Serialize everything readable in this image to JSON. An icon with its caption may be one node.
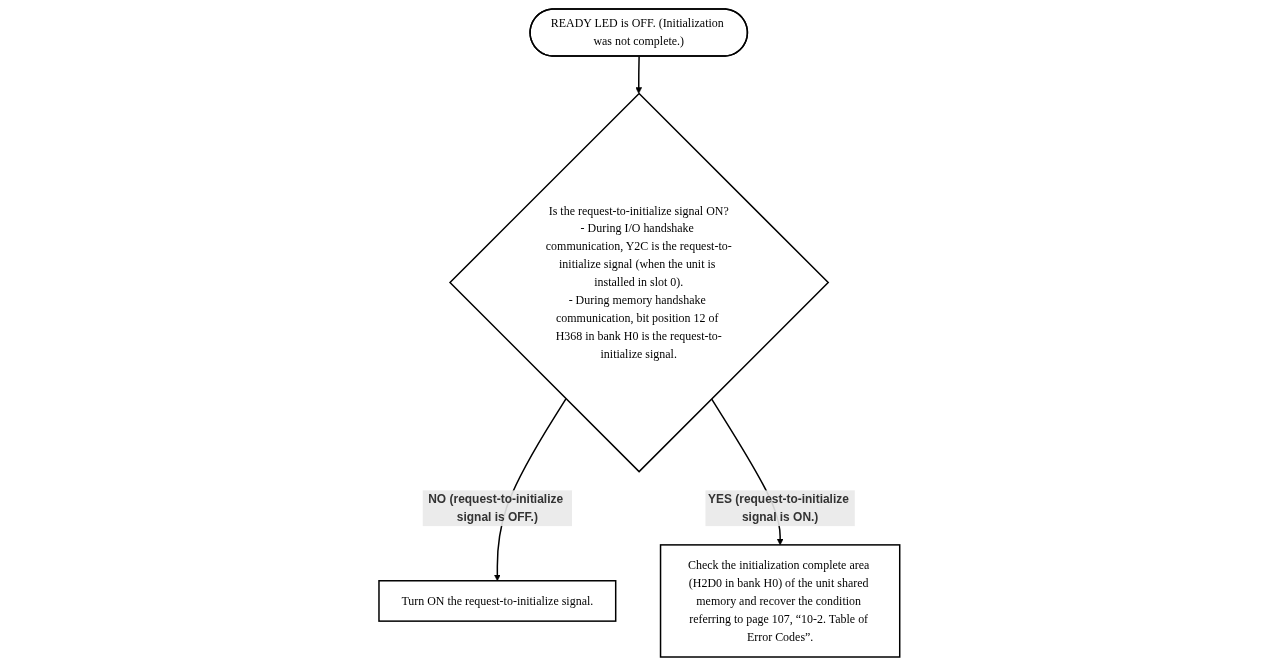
{
  "diagram": {
    "nodes": [
      {
        "text": [
          "READY LED is OFF. (Initialization was not complete.)"
        ]
      },
      {
        "text": [
          "Is the request-to-initialize signal ON?",
          "- During I/O handshake communication, Y2C is the request-to-initialize signal (when the unit is installed in slot 0).",
          "- During memory handshake communication, bit position 12 of H368 in bank H0 is the request-to-initialize signal."
        ]
      },
      {
        "text": [
          "Turn ON the request-to-initialize signal."
        ]
      },
      {
        "text": [
          "Check the initialization complete area (H2D0 in bank H0) of the unit shared memory and recover the condition referring to page 107, “10-2. Table of Error Codes”."
        ]
      }
    ],
    "edges": [
      {
        "from": 0,
        "to": 1,
        "arrow": "to"
      },
      {
        "from": 1,
        "to": 2,
        "arrow": "to",
        "label": "NO (request-to-initialize signal is OFF.)"
      },
      {
        "from": 1,
        "to": 3,
        "arrow": "to",
        "label": "YES (request-to-initialize signal is ON.)"
      }
    ]
  }
}
